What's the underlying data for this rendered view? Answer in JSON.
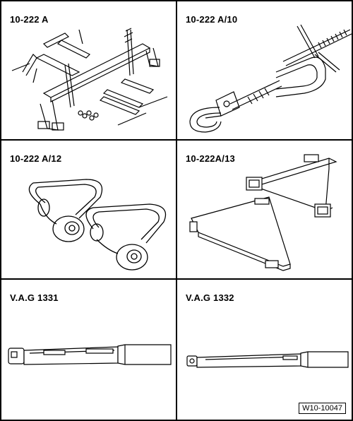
{
  "panels": [
    {
      "label": "10-222 A"
    },
    {
      "label": "10-222 A/10"
    },
    {
      "label": "10-222 A/12"
    },
    {
      "label": "10-222A/13"
    },
    {
      "label": "V.A.G 1331"
    },
    {
      "label": "V.A.G 1332"
    }
  ],
  "figure_code": "W10-10047"
}
